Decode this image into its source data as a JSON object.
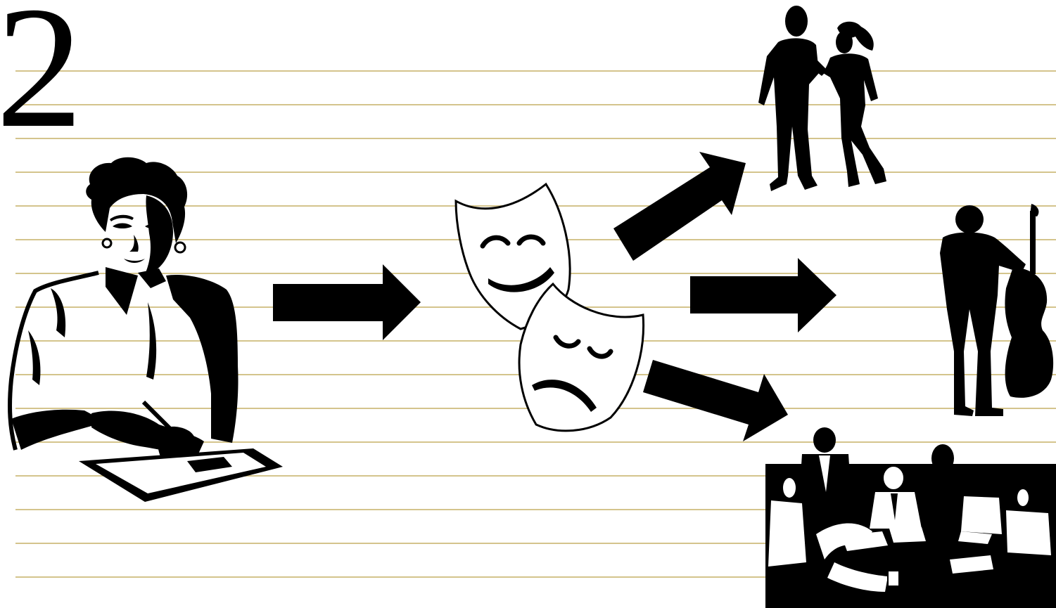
{
  "slide": {
    "step_number": "2"
  },
  "colors": {
    "background": "#ffffff",
    "rule_lines": "#d4c48c",
    "ink": "#000000"
  },
  "figures": {
    "writer": "woman-writing-on-clipboard",
    "masks": "comedy-tragedy-masks",
    "outcomes": [
      "couple-walking",
      "bass-player",
      "business-meeting"
    ]
  }
}
